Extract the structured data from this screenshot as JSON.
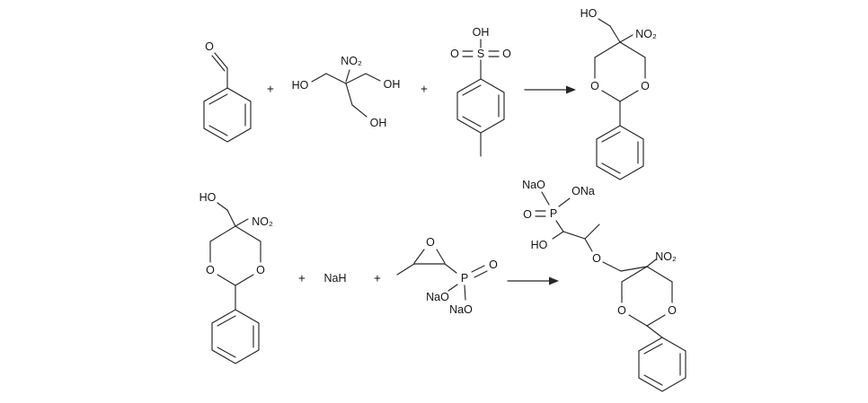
{
  "colors": {
    "background": "#ffffff",
    "ink": "#262626"
  },
  "scheme": {
    "row1": {
      "benzaldehyde": {
        "o": "O"
      },
      "plus_1": "+",
      "nitrotriol": {
        "no2": "NO₂",
        "ho": "HO",
        "oh_right": "OH",
        "oh_bottom": "OH"
      },
      "plus_2": "+",
      "tosic_acid": {
        "oh": "OH",
        "o_left": "O",
        "s": "S",
        "o_right": "O"
      },
      "product": {
        "ho": "HO",
        "no2": "NO₂",
        "o_ring_left": "O",
        "o_ring_right": "O"
      }
    },
    "row2": {
      "nitro_dioxane": {
        "ho": "HO",
        "no2": "NO₂",
        "o_ring_left": "O",
        "o_ring_right": "O"
      },
      "plus_1": "+",
      "reagent": "NaH",
      "plus_2": "+",
      "epoxy_phosphonate": {
        "o_epoxide": "O",
        "nao_1": "NaO",
        "nao_2": "NaO",
        "p": "P",
        "o_double": "O"
      },
      "product": {
        "nao": "NaO",
        "ona": "ONa",
        "o_double": "O",
        "p": "P",
        "ho": "HO",
        "o_ether": "O",
        "no2": "NO₂",
        "o_ring_left": "O",
        "o_ring_right": "O"
      }
    }
  }
}
